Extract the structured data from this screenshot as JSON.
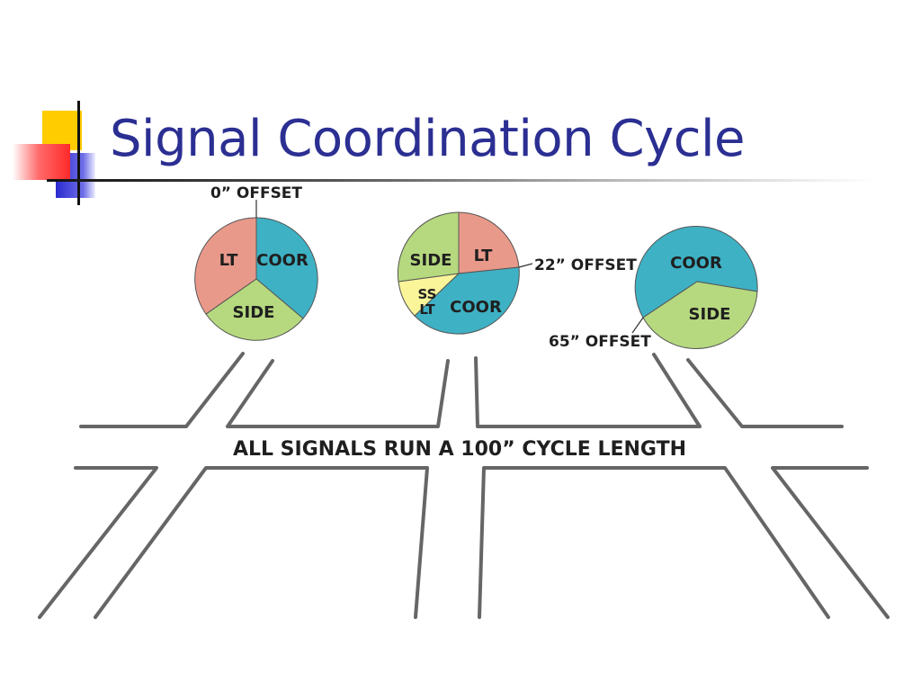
{
  "slide": {
    "title": "Signal Coordination Cycle"
  },
  "colors": {
    "title": "#2b2f92",
    "coor": "#3eb1c4",
    "side": "#b6d97f",
    "lt": "#e9998a",
    "ss_lt": "#fbf59a",
    "road": "#666666",
    "accent_yellow": "#ffcc00",
    "accent_red": "#ff3333",
    "accent_blue": "#3333cc"
  },
  "diagram": {
    "cycle_label": "ALL SIGNALS RUN A 100” CYCLE LENGTH",
    "signals": [
      {
        "offset_label": "0” OFFSET",
        "phases": [
          {
            "label": "COOR",
            "color": "coor"
          },
          {
            "label": "SIDE",
            "color": "side"
          },
          {
            "label": "LT",
            "color": "lt"
          }
        ]
      },
      {
        "offset_label": "22” OFFSET",
        "phases": [
          {
            "label": "LT",
            "color": "lt"
          },
          {
            "label": "COOR",
            "color": "coor"
          },
          {
            "label": "SS",
            "color": "ss_lt"
          },
          {
            "label": "LT",
            "color": "ss_lt"
          },
          {
            "label": "SIDE",
            "color": "side"
          }
        ]
      },
      {
        "offset_label": "65” OFFSET",
        "phases": [
          {
            "label": "COOR",
            "color": "coor"
          },
          {
            "label": "SIDE",
            "color": "side"
          }
        ]
      }
    ]
  }
}
